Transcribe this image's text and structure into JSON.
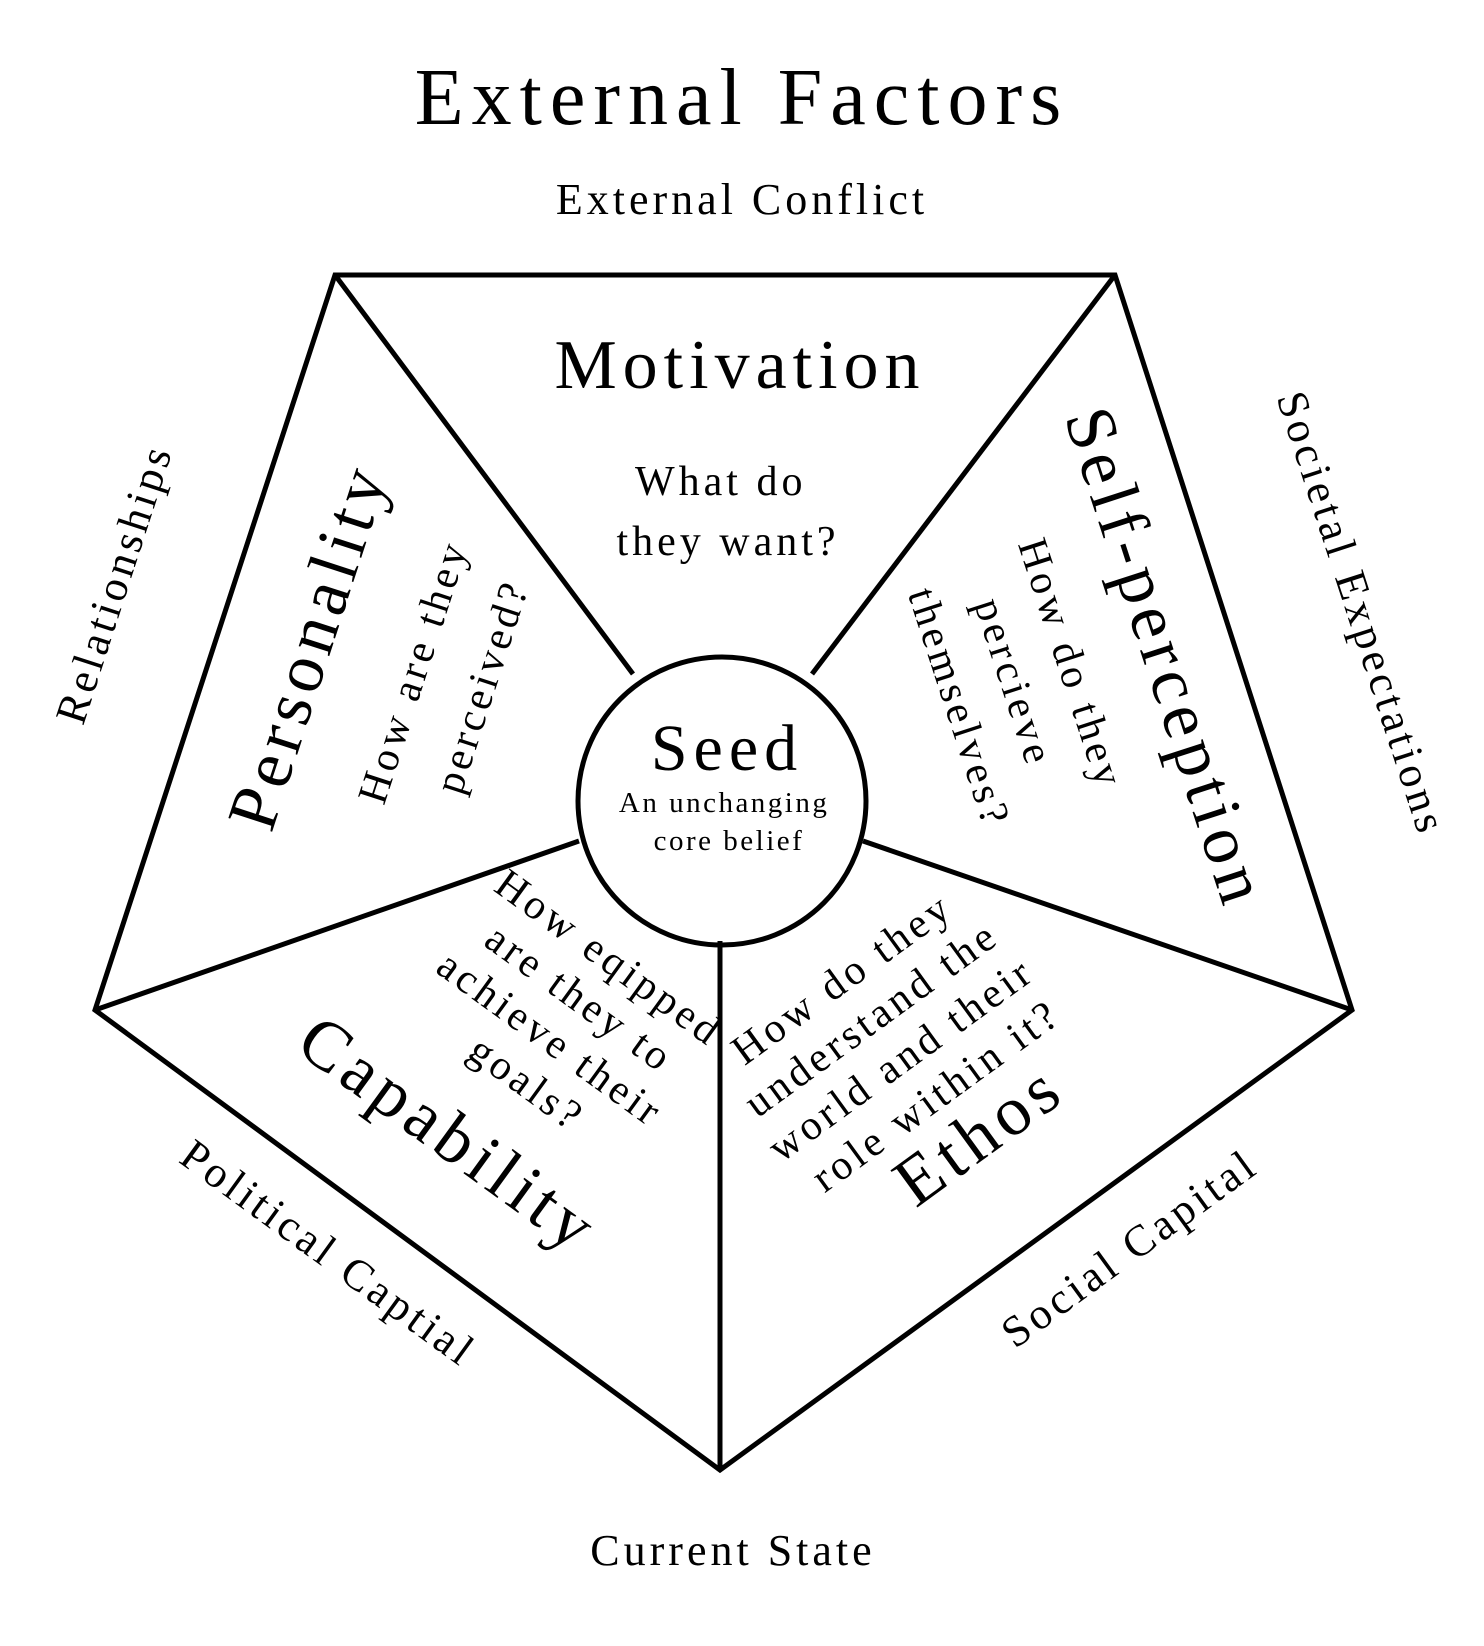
{
  "title": "External Factors",
  "external_factors": {
    "top": "External Conflict",
    "upper_left": "Relationships",
    "upper_right": "Societal Expectations",
    "lower_left": "Political Captial",
    "lower_right": "Social Capital",
    "bottom": "Current State"
  },
  "center": {
    "title": "Seed",
    "subtitle_lines": [
      "An unchanging",
      "core belief"
    ]
  },
  "segments": {
    "motivation": {
      "title": "Motivation",
      "question_lines": [
        "What do",
        "they want?"
      ]
    },
    "personality": {
      "title": "Personality",
      "question_lines": [
        "How are they",
        "perceived?"
      ]
    },
    "self_perception": {
      "title": "Self-perception",
      "question_lines": [
        "How do they",
        "percieve",
        "themselves?"
      ]
    },
    "capability": {
      "title": "Capability",
      "question_lines": [
        "How eqipped",
        "are they to",
        "achieve their",
        "goals?"
      ]
    },
    "ethos": {
      "title": "Ethos",
      "question_lines": [
        "How do they",
        "understand the",
        "world and their",
        "role within it?"
      ]
    }
  },
  "colors": {
    "background": "#ffffff",
    "ink": "#000000"
  }
}
